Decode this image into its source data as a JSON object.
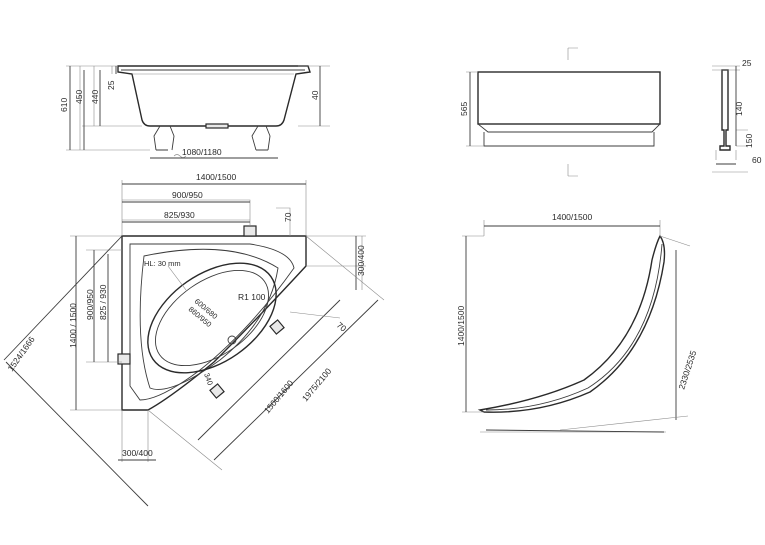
{
  "side_view": {
    "dim_height_total": "610",
    "dim_height_tub": "450",
    "dim_height_inner": "440",
    "dim_rim": "25",
    "dim_right": "40",
    "dim_base": "1080/1180"
  },
  "panel_view": {
    "dim_height": "565",
    "dim_top": "25",
    "dim_mid": "140",
    "dim_low": "150",
    "dim_depth": "60"
  },
  "plan_view": {
    "dim_outer_width": "1400/1500",
    "dim_width_2": "900/950",
    "dim_width_3": "825/930",
    "dim_corner_70_top": "70",
    "dim_side_300": "300/400",
    "dim_hl": "HL: 30 mm",
    "dim_radius": "R1 100",
    "dim_inner_1": "600/680",
    "dim_inner_2": "860/950",
    "dim_depth_vert": "1400 / 1500",
    "dim_vert_2": "900/950",
    "dim_vert_3": "825 / 930",
    "dim_diag_outer": "1524/1666",
    "dim_diag_1": "1500/1600",
    "dim_diag_2": "1975/2100",
    "dim_corner_70_right": "70",
    "dim_340": "340",
    "dim_bottom_300": "300/400"
  },
  "panel_plan": {
    "dim_width": "1400/1500",
    "dim_height": "1400/1500",
    "dim_arc": "2330/2535"
  }
}
